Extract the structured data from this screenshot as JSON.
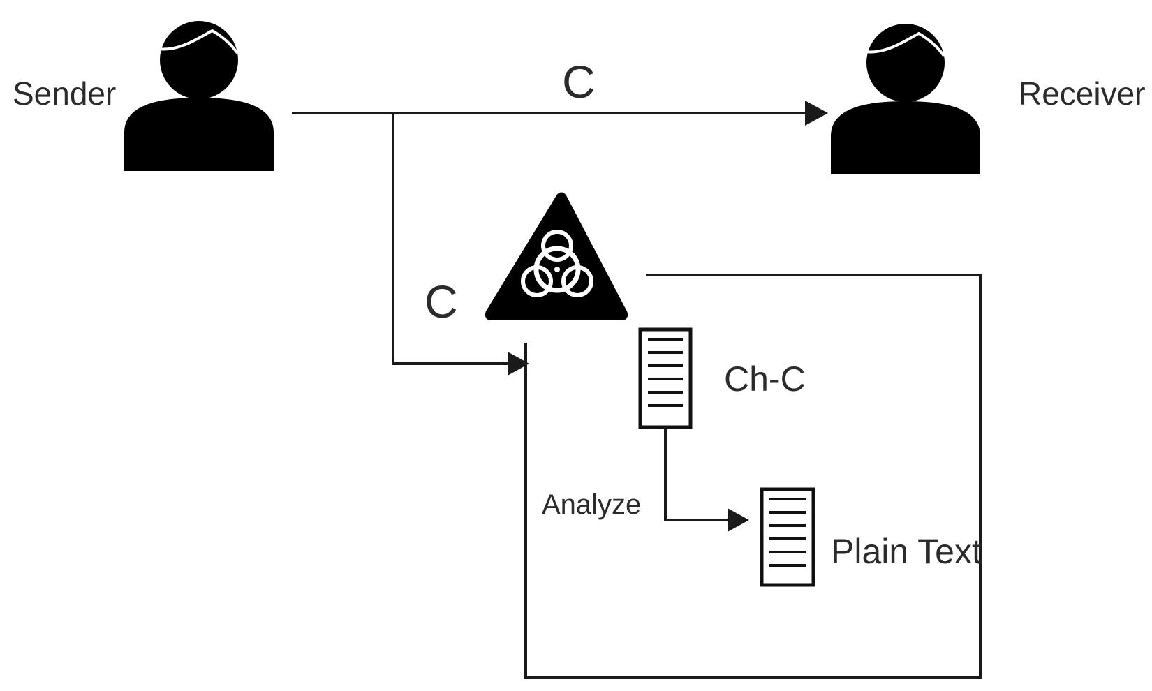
{
  "sender": {
    "label": "Sender",
    "icon": "person-silhouette-icon"
  },
  "receiver": {
    "label": "Receiver",
    "icon": "person-silhouette-icon"
  },
  "channel": {
    "top_label": "C",
    "branch_label": "C"
  },
  "attacker": {
    "icon": "biohazard-warning-icon"
  },
  "analysis": {
    "label": "Analyze",
    "intermediate_doc_label": "Ch-C",
    "output_doc_label": "Plain Text",
    "doc_icon": "document-icon"
  },
  "colors": {
    "ink": "#000000",
    "text": "#2b2b2b",
    "background": "#ffffff"
  }
}
